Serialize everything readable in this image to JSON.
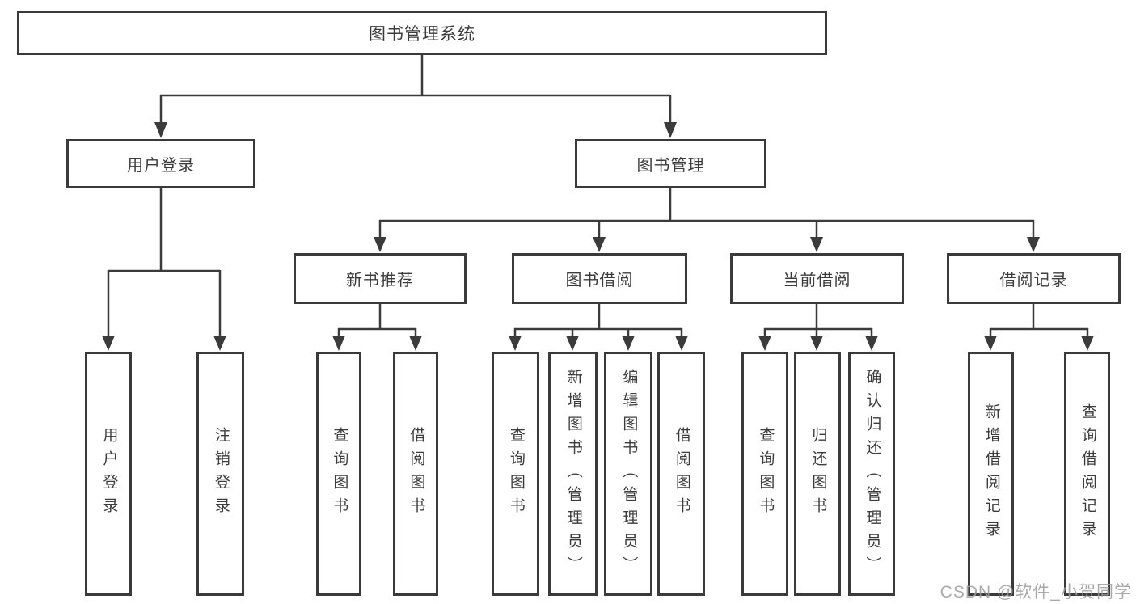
{
  "colors": {
    "line": "#3b3b3b",
    "box_border": "#3a3a3a",
    "box_fill": "#ffffff",
    "text": "#3c3c3c",
    "watermark": "#9e9e9e"
  },
  "watermark": {
    "text": "CSDN @软件_小贺同学"
  },
  "tree": {
    "root": {
      "label": "图书管理系统"
    },
    "branches": [
      {
        "label": "用户登录",
        "children": [
          {
            "label": "用户登录"
          },
          {
            "label": "注销登录"
          }
        ]
      },
      {
        "label": "图书管理",
        "children": [
          {
            "label": "新书推荐",
            "children": [
              {
                "label": "查询图书"
              },
              {
                "label": "借阅图书"
              }
            ]
          },
          {
            "label": "图书借阅",
            "children": [
              {
                "label": "查询图书"
              },
              {
                "label": "新增图书（管理员）"
              },
              {
                "label": "编辑图书（管理员）"
              },
              {
                "label": "借阅图书"
              }
            ]
          },
          {
            "label": "当前借阅",
            "children": [
              {
                "label": "查询图书"
              },
              {
                "label": "归还图书"
              },
              {
                "label": "确认归还（管理员）"
              }
            ]
          },
          {
            "label": "借阅记录",
            "children": [
              {
                "label": "新增借阅记录"
              },
              {
                "label": "查询借阅记录"
              }
            ]
          }
        ]
      }
    ]
  }
}
